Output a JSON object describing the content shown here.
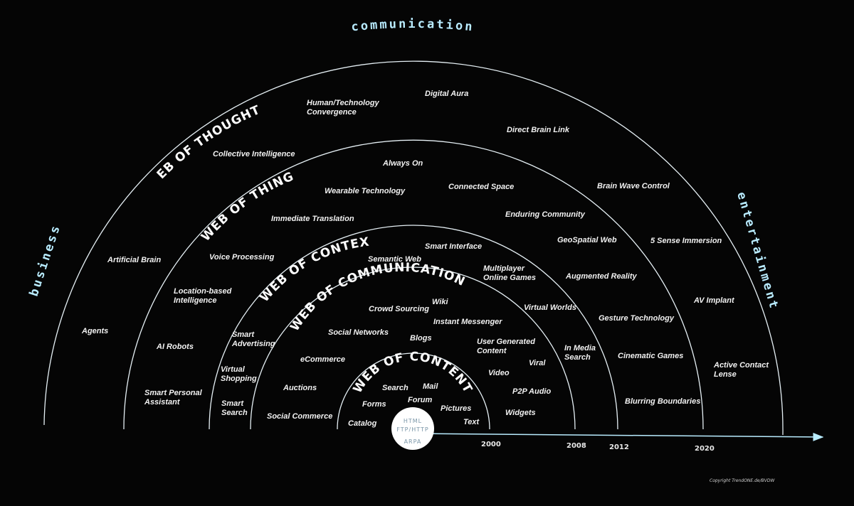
{
  "themes": {
    "top": "communication",
    "left": "business",
    "right": "entertainment"
  },
  "core": {
    "lines": [
      "HTML",
      "FTP/HTTP",
      "ARPA"
    ]
  },
  "years": [
    "2000",
    "2008",
    "2012",
    "2020"
  ],
  "layers": [
    {
      "name": "WEB OF CONTENT"
    },
    {
      "name": "WEB OF COMMUNICATION"
    },
    {
      "name": "WEB OF CONTEXT"
    },
    {
      "name": "WEB OF THINGS"
    },
    {
      "name": "WEB OF THOUGHTS"
    }
  ],
  "items": {
    "content": [
      "Search",
      "Mail",
      "Forms",
      "Forum",
      "Pictures",
      "Catalog",
      "Text"
    ],
    "communication": [
      "Crowd Sourcing",
      "Wiki",
      "Instant Messenger",
      "Social Networks",
      "Blogs",
      "User Generated Content",
      "eCommerce",
      "Viral",
      "Video",
      "Auctions",
      "P2P Audio",
      "Widgets",
      "Social Commerce"
    ],
    "context": [
      "Semantic Web",
      "Smart Interface",
      "Multiplayer Online Games",
      "Smart Advertising",
      "Virtual Worlds",
      "Virtual Shopping",
      "In Media Search",
      "Smart Search"
    ],
    "things": [
      "Always On",
      "Wearable Technology",
      "Connected Space",
      "Immediate Translation",
      "Enduring Community",
      "Voice Processing",
      "GeoSpatial Web",
      "Augmented Reality",
      "Location-based Intelligence",
      "Gesture Technology",
      "AI Robots",
      "Cinematic Games",
      "Smart Personal Assistant",
      "Blurring Boundaries"
    ],
    "thoughts": [
      "Human/Technology Convergence",
      "Digital Aura",
      "Direct Brain Link",
      "Collective Intelligence",
      "Brain Wave Control",
      "Artificial Brain",
      "5 Sense Immersion",
      "AV Implant",
      "Agents",
      "Active Contact Lense"
    ]
  },
  "copyright": "Copyright TrendONE.de/BVDW"
}
